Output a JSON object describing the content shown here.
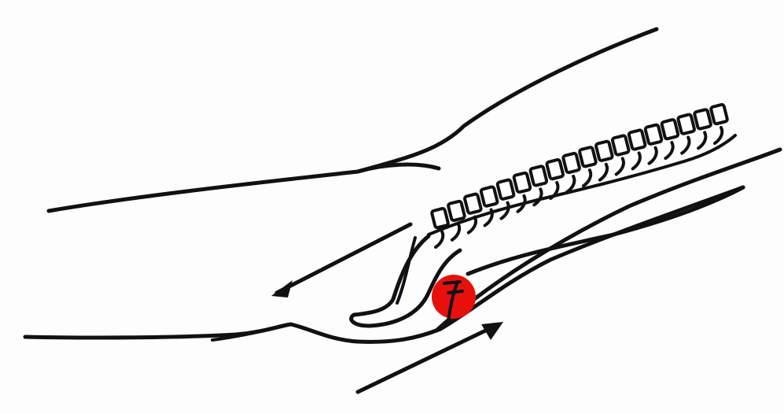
{
  "figure": {
    "description_free": true,
    "colors": {
      "ink": "#111111",
      "background": "#fdfdfd",
      "injury_marker": "#e8100c"
    },
    "vertebrae_count": 18,
    "arrows": [
      {
        "name": "upper-arrow",
        "direction": "down-left"
      },
      {
        "name": "lower-arrow",
        "direction": "up-right"
      }
    ]
  }
}
